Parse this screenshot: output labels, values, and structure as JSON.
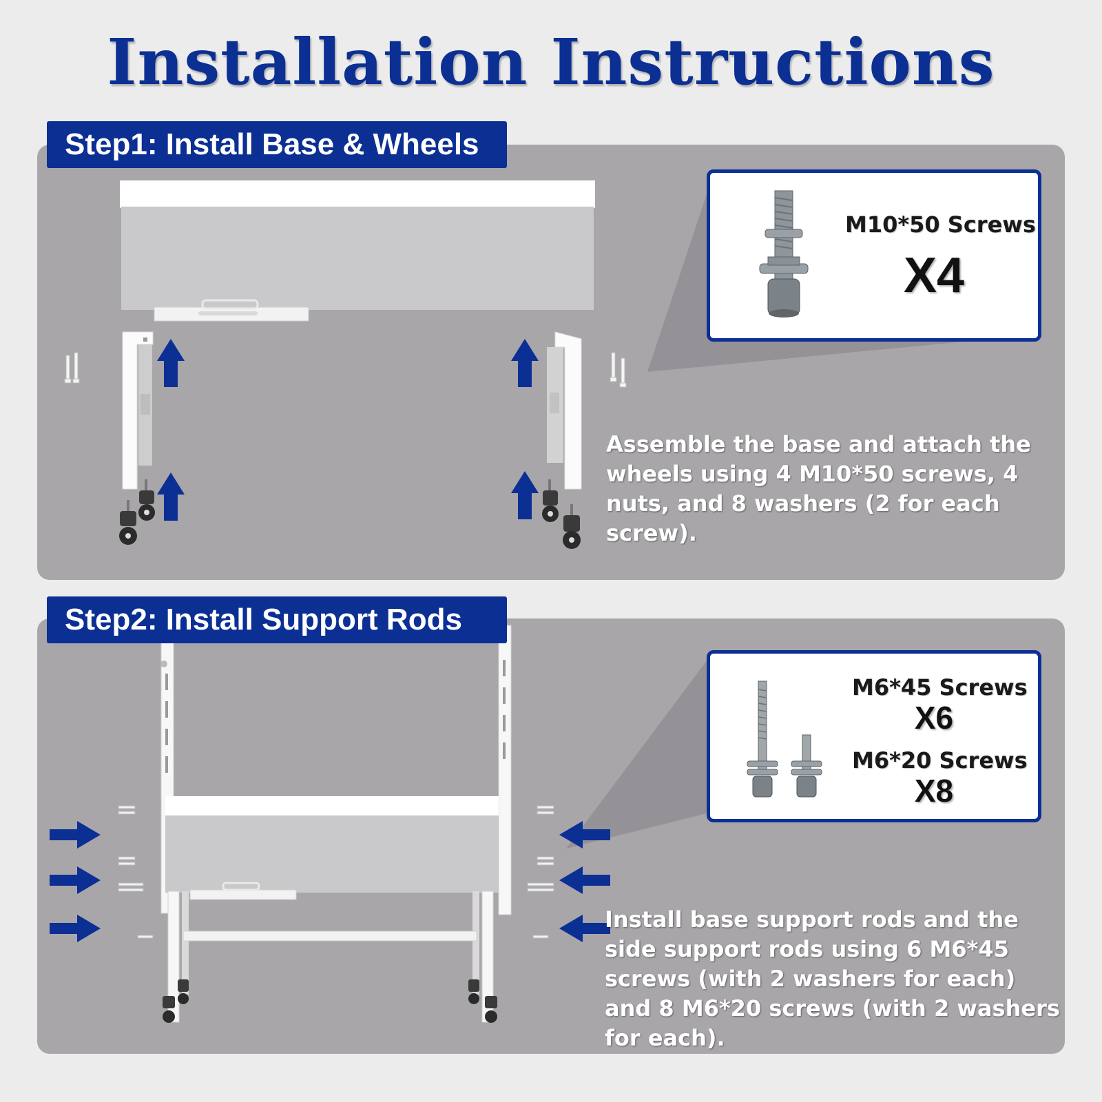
{
  "title": "Installation Instructions",
  "colors": {
    "accent": "#0b2f93",
    "panel": "#a9a6aa",
    "background": "#ececec",
    "box_border": "#0b2f93"
  },
  "step1": {
    "heading": "Step1: Install Base & Wheels",
    "parts": [
      {
        "name": "M10*50 Screws",
        "quantity": "X4"
      }
    ],
    "description": "Assemble the base and attach the wheels using 4 M10*50 screws, 4 nuts, and 8 washers (2 for each screw)."
  },
  "step2": {
    "heading": "Step2: Install Support Rods",
    "parts": [
      {
        "name": "M6*45 Screws",
        "quantity": "X6"
      },
      {
        "name": "M6*20 Screws",
        "quantity": "X8"
      }
    ],
    "description": "Install base support rods and the side support rods using 6 M6*45 screws (with 2 washers for each) and 8 M6*20 screws (with 2 washers for each)."
  },
  "icons": [
    "arrow-up-icon",
    "arrow-right-icon",
    "arrow-left-icon",
    "screw-icon",
    "wheel-icon",
    "washer-icon"
  ]
}
